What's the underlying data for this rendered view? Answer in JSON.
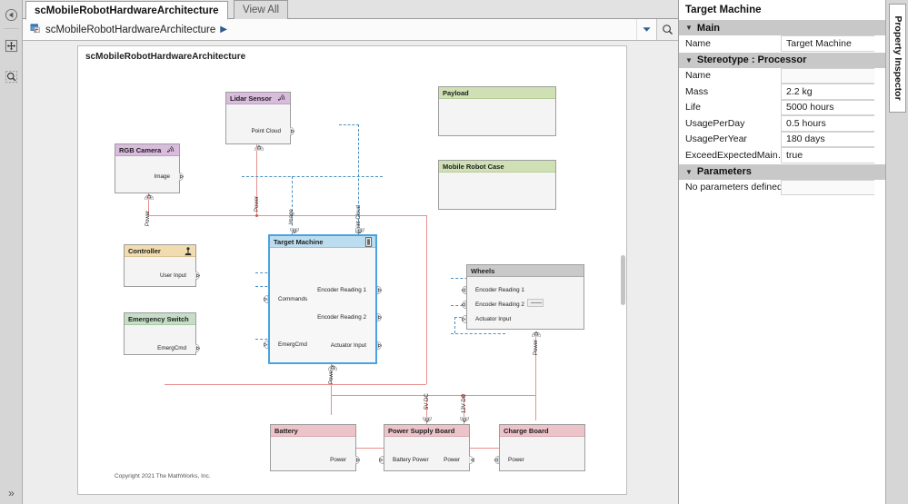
{
  "tabs": [
    {
      "label": "scMobileRobotHardwareArchitecture",
      "active": true
    },
    {
      "label": "View All",
      "active": false
    }
  ],
  "breadcrumb": {
    "label": "scMobileRobotHardwareArchitecture",
    "arrow": "▶"
  },
  "canvas": {
    "title": "scMobileRobotHardwareArchitecture",
    "copyright": "Copyright 2021 The MathWorks, Inc."
  },
  "rail": {
    "back_icon": "navigate-back-icon",
    "fit_icon": "fit-to-view-icon",
    "zoom_icon": "zoom-icon",
    "expand_icon": "»"
  },
  "blocks": [
    {
      "id": "lidar-sensor",
      "name": "Lidar Sensor",
      "color": "purple",
      "icon": "wireless-icon",
      "ports_out": [
        "Point Cloud"
      ],
      "ports_in": [],
      "ports_bottom": [
        "Power"
      ]
    },
    {
      "id": "rgb-camera",
      "name": "RGB Camera",
      "color": "purple",
      "icon": "wireless-icon",
      "ports_out": [
        "Image"
      ],
      "ports_in": [],
      "ports_bottom": [
        "Power"
      ]
    },
    {
      "id": "controller",
      "name": "Controller",
      "color": "tan",
      "icon": "joystick-icon",
      "ports_out": [
        "User Input"
      ],
      "ports_in": [],
      "ports_bottom": []
    },
    {
      "id": "emergency-switch",
      "name": "Emergency Switch",
      "color": "mint",
      "icon": "",
      "ports_out": [
        "EmergCmd"
      ],
      "ports_in": [],
      "ports_bottom": []
    },
    {
      "id": "target-machine",
      "name": "Target Machine",
      "color": "blue",
      "icon": "processor-icon",
      "selected": true,
      "ports_in": [
        "Commands",
        "EmergCmd"
      ],
      "ports_out": [
        "Encoder Reading 1",
        "Encoder Reading 2",
        "Actuator Input"
      ],
      "ports_bottom": [
        "Power"
      ]
    },
    {
      "id": "wheels",
      "name": "Wheels",
      "color": "grey",
      "icon": "",
      "ports_in": [
        "Encoder Reading 1",
        "Encoder Reading 2",
        "Actuator Input"
      ],
      "ports_out": [],
      "ports_bottom": [
        "Power"
      ]
    },
    {
      "id": "payload",
      "name": "Payload",
      "color": "green",
      "icon": "",
      "ports_in": [],
      "ports_out": [],
      "ports_bottom": []
    },
    {
      "id": "mobile-robot-case",
      "name": "Mobile Robot Case",
      "color": "green",
      "icon": "",
      "ports_in": [],
      "ports_out": [],
      "ports_bottom": []
    },
    {
      "id": "battery",
      "name": "Battery",
      "color": "pink",
      "icon": "",
      "ports_in": [],
      "ports_out": [
        "Power"
      ],
      "ports_bottom": []
    },
    {
      "id": "power-supply-board",
      "name": "Power Supply Board",
      "color": "pink",
      "icon": "",
      "ports_in": [
        "Battery Power"
      ],
      "ports_out": [
        "Power"
      ],
      "ports_top": [
        "5V DC",
        "12V DC"
      ]
    },
    {
      "id": "charge-board",
      "name": "Charge Board",
      "color": "pink",
      "icon": "",
      "ports_in": [
        "Power"
      ],
      "ports_out": [],
      "ports_bottom": []
    }
  ],
  "wire_labels": {
    "image": "Image",
    "point_cloud": "Point Cloud",
    "power": "Power",
    "volt5": "5V DC",
    "volt12": "12V DC"
  },
  "property_inspector": {
    "title": "Target Machine",
    "sections": [
      {
        "name": "Main",
        "rows": [
          {
            "key": "Name",
            "value": "Target Machine"
          }
        ]
      },
      {
        "name": "Stereotype : Processor",
        "rows": [
          {
            "key": "Name",
            "value": ""
          },
          {
            "key": "Mass",
            "value": "2.2 kg"
          },
          {
            "key": "Life",
            "value": "5000 hours"
          },
          {
            "key": "UsagePerDay",
            "value": "0.5 hours"
          },
          {
            "key": "UsagePerYear",
            "value": "180 days"
          },
          {
            "key": "ExceedExpectedMain…",
            "value": "true"
          }
        ]
      },
      {
        "name": "Parameters",
        "rows": [
          {
            "key": "No parameters defined",
            "value": ""
          }
        ]
      }
    ],
    "side_tab": "Property Inspector"
  },
  "colors": {
    "accent_blue": "#4aa3df",
    "signal_wire": "#4a90c4",
    "power_wire": "#e8908f",
    "header_grey": "#c8c8c8"
  }
}
